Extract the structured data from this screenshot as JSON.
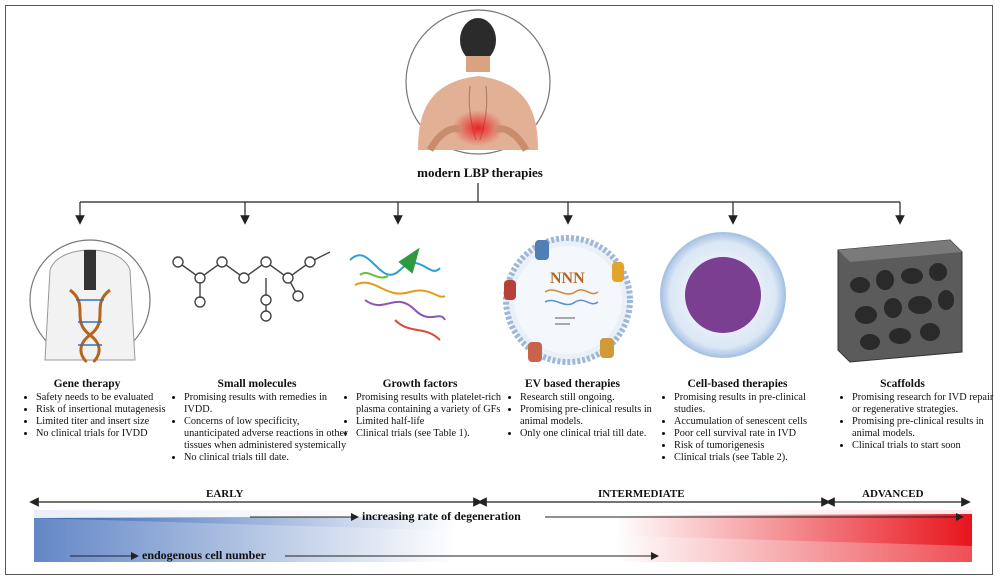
{
  "title": "modern LBP therapies",
  "columns": [
    {
      "title": "Gene therapy",
      "bullets": [
        "Safety needs to be evaluated",
        "Risk of insertional mutagenesis",
        "Limited titer and insert size",
        "No clinical trials for IVDD"
      ]
    },
    {
      "title": "Small molecules",
      "bullets": [
        "Promising results with remedies in IVDD.",
        "Concerns of low specificity, unanticipated adverse reactions in other tissues when administered systemically",
        "No clinical trials till date."
      ]
    },
    {
      "title": "Growth factors",
      "bullets": [
        "Promising results with platelet-rich plasma containing a variety of GFs",
        "Limited half-life",
        "Clinical trials (see Table 1)."
      ]
    },
    {
      "title": "EV based therapies",
      "bullets": [
        "Research still ongoing.",
        "Promising pre-clinical results in animal models.",
        "Only one clinical trial till date."
      ]
    },
    {
      "title": "Cell-based therapies",
      "bullets": [
        "Promising results in pre-clinical studies.",
        "Accumulation of senescent cells",
        "Poor cell survival rate in IVD",
        "Risk of tumorigenesis",
        "Clinical trials  (see Table 2)."
      ]
    },
    {
      "title": "Scaffolds",
      "bullets": [
        "Promising research for IVD repair or regenerative strategies.",
        "Promising pre-clinical results in animal models.",
        "Clinical trials to start soon"
      ]
    }
  ],
  "stages": {
    "early": "EARLY",
    "intermediate": "INTERMEDIATE",
    "advanced": "ADVANCED"
  },
  "bars": {
    "degeneration": "increasing rate of degeneration",
    "cells": "endogenous cell number"
  },
  "colors": {
    "blue": "#2f5fb3",
    "red": "#e8141c",
    "cell": "#7a3f91"
  }
}
